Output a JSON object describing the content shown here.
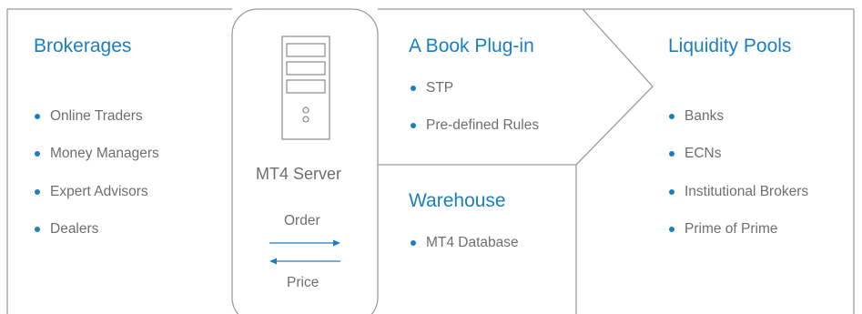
{
  "colors": {
    "accent": "#1a7fc1",
    "line": "#9a9a9a",
    "text": "#6e6e6e"
  },
  "brokerages": {
    "title": "Brokerages",
    "items": [
      "Online Traders",
      "Money Managers",
      "Expert Advisors",
      "Dealers"
    ]
  },
  "server": {
    "icon": "server-tower-icon",
    "label": "MT4 Server",
    "order_label": "Order",
    "price_label": "Price"
  },
  "a_book": {
    "title": "A Book Plug-in",
    "items": [
      "STP",
      "Pre-defined Rules"
    ]
  },
  "warehouse": {
    "title": "Warehouse",
    "items": [
      "MT4 Database"
    ]
  },
  "liquidity": {
    "title": "Liquidity Pools",
    "items": [
      "Banks",
      "ECNs",
      "Institutional Brokers",
      "Prime of Prime"
    ]
  }
}
